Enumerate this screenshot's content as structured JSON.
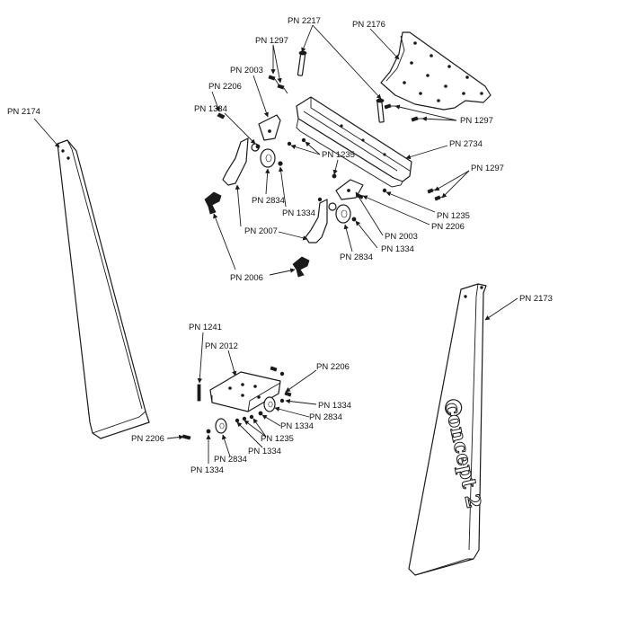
{
  "brand_logo": "concept 2",
  "colors": {
    "line": "#1a1a1a",
    "background": "#ffffff"
  },
  "callouts": {
    "pn2217": "PN 2217",
    "pn2176": "PN 2176",
    "pn1297_top": "PN 1297",
    "pn2003_top": "PN 2003",
    "pn2206_top": "PN 2206",
    "pn1334_top": "PN 1334",
    "pn1297_right": "PN 1297",
    "pn2734": "PN 2734",
    "pn1235_top": "PN 1235",
    "pn1297_far": "PN 1297",
    "pn2834_top": "PN 2834",
    "pn1334_mid": "PN 1334",
    "pn1235_right": "PN 1235",
    "pn2206_right": "PN 2206",
    "pn2003_right": "PN 2003",
    "pn1334_right": "PN 1334",
    "pn2834_right": "PN 2834",
    "pn2007": "PN 2007",
    "pn2006": "PN 2006",
    "pn2174": "PN 2174",
    "pn2173": "PN 2173",
    "pn1241": "PN 1241",
    "pn2012": "PN 2012",
    "pn2206_bot": "PN 2206",
    "pn1334_b1": "PN 1334",
    "pn2834_b1": "PN 2834",
    "pn1334_b2": "PN 1334",
    "pn1235_bot": "PN 1235",
    "pn1334_b3": "PN 1334",
    "pn2834_b2": "PN 2834",
    "pn2206_left": "PN 2206",
    "pn1334_b4": "PN 1334"
  }
}
